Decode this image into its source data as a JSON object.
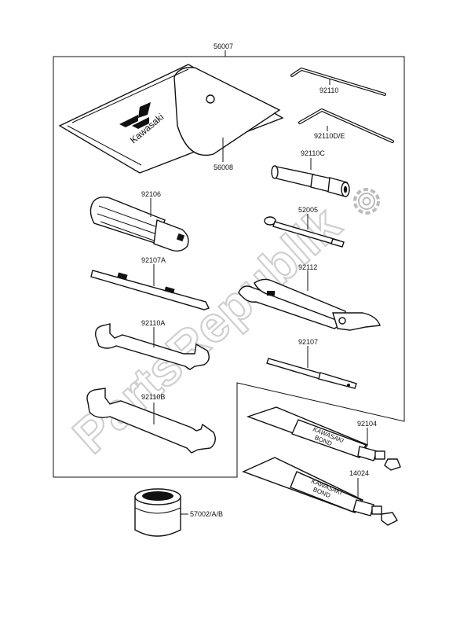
{
  "parts": {
    "tool_kit": "56007",
    "tool_bag": "56008",
    "allen_wrench": "92110",
    "allen_wrench_de": "92110D/E",
    "spark_plug_wrench": "92110C",
    "handle": "92106",
    "pin_spanner": "52005",
    "screwdriver_a": "92107A",
    "pliers": "92112",
    "open_wrench_a": "92110A",
    "screwdriver": "92107",
    "open_wrench_b": "92110B",
    "bond_1": "92104",
    "bond_2": "14024",
    "grease_can": "57002/A/B"
  },
  "bag_brand": "Kawasaki",
  "tube_brand": "KAWASAKI",
  "tube_product": "BOND",
  "watermark": "PartsRepublik",
  "icon": "gear-icon"
}
